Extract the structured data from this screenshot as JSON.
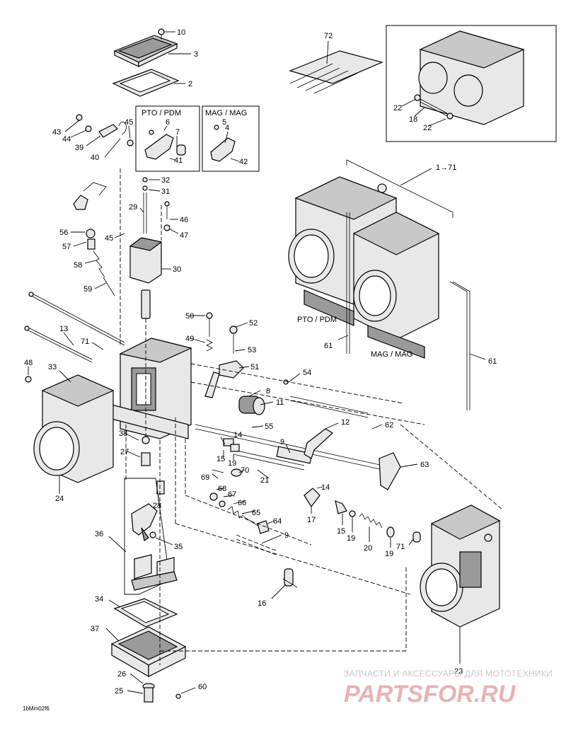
{
  "boxes": {
    "pto": "PTO / PDM",
    "mag": "MAG / MAG"
  },
  "labels": {
    "pto_assembly": "PTO / PDM",
    "mag_assembly": "MAG / MAG",
    "range": "1→71"
  },
  "callouts": [
    "1",
    "2",
    "3",
    "4",
    "5",
    "6",
    "7",
    "8",
    "9",
    "10",
    "11",
    "12",
    "13",
    "14",
    "15",
    "16",
    "17",
    "18",
    "19",
    "20",
    "21",
    "22",
    "23",
    "24",
    "25",
    "26",
    "27",
    "28",
    "29",
    "30",
    "31",
    "32",
    "33",
    "34",
    "35",
    "36",
    "37",
    "38",
    "39",
    "40",
    "41",
    "42",
    "43",
    "44",
    "45",
    "46",
    "47",
    "48",
    "49",
    "50",
    "51",
    "52",
    "53",
    "54",
    "55",
    "56",
    "57",
    "58",
    "59",
    "60",
    "61",
    "62",
    "63",
    "64",
    "65",
    "66",
    "67",
    "68",
    "69",
    "70",
    "71",
    "72"
  ],
  "watermark": {
    "tagline": "ЗАПЧАСТИ И АКСЕССУАРЫ ДЛЯ МОТОТЕХНИКИ",
    "logo": "PARTSFOR.RU"
  },
  "drawing_code": "1bMm02f6"
}
